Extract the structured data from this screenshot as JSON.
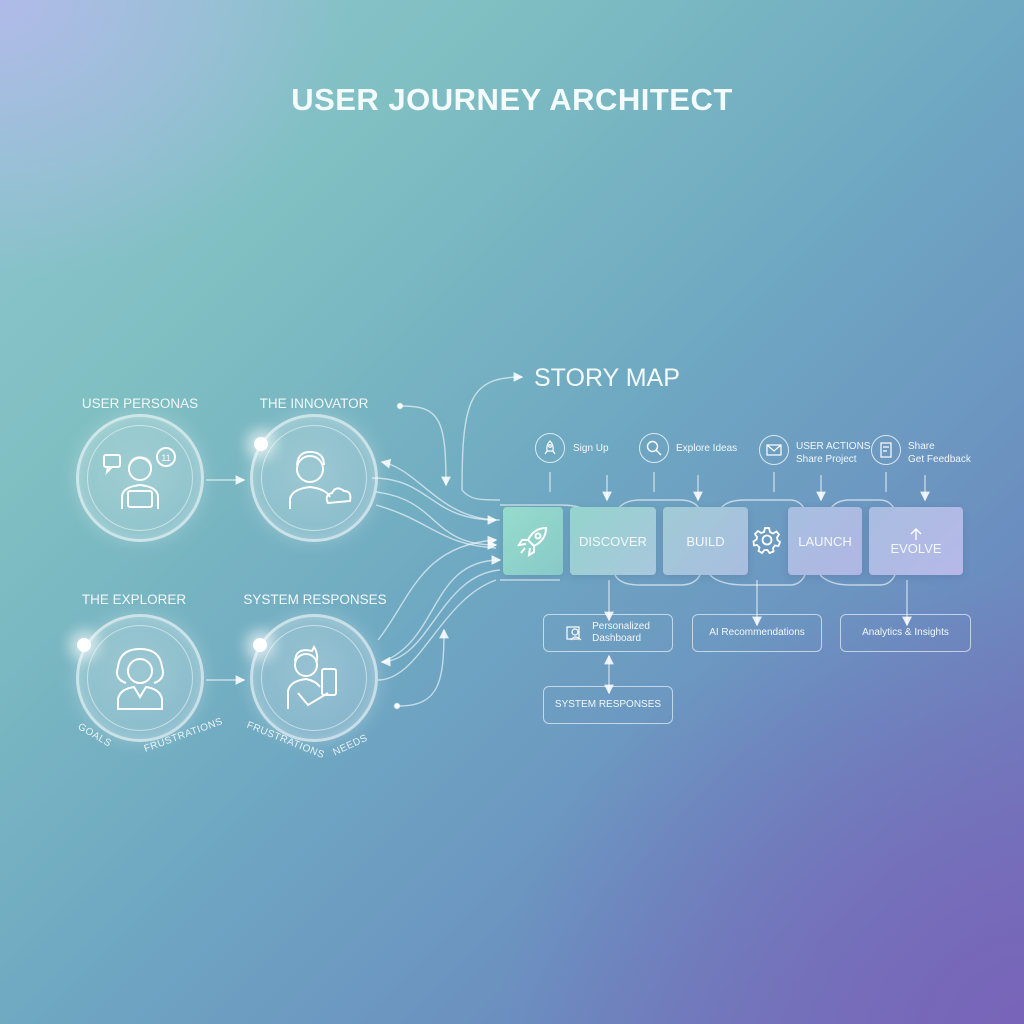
{
  "title": "USER JOURNEY ARCHITECT",
  "personas": {
    "user_personas": "USER PERSONAS",
    "innovator": "THE INNOVATOR",
    "explorer": "THE EXPLORER",
    "system_responses": "SYSTEM RESPONSES",
    "explorer_tags": [
      "GOALS",
      "FRUSTRATIONS"
    ],
    "system_tags": [
      "FRUSTRATIONS",
      "NEEDS"
    ],
    "chat_badge": "11"
  },
  "story_map": {
    "title": "STORY MAP",
    "stages": [
      "DISCOVER",
      "BUILD",
      "LAUNCH",
      "EVOLVE"
    ],
    "actions": [
      {
        "icon": "rocket-icon",
        "lines": [
          "Sign Up"
        ]
      },
      {
        "icon": "search-icon",
        "lines": [
          "Explore Ideas"
        ]
      },
      {
        "icon": "mail-icon",
        "lines": [
          "USER ACTIONS",
          "Share Project"
        ]
      },
      {
        "icon": "document-icon",
        "lines": [
          "Share",
          "Get Feedback"
        ]
      }
    ],
    "responses": [
      {
        "lines": [
          "Personalized",
          "Dashboard"
        ]
      },
      {
        "lines": [
          "AI Recommendations"
        ]
      },
      {
        "lines": [
          "Analytics & Insights"
        ]
      },
      {
        "lines": [
          "SYSTEM RESPONSES"
        ]
      }
    ]
  }
}
